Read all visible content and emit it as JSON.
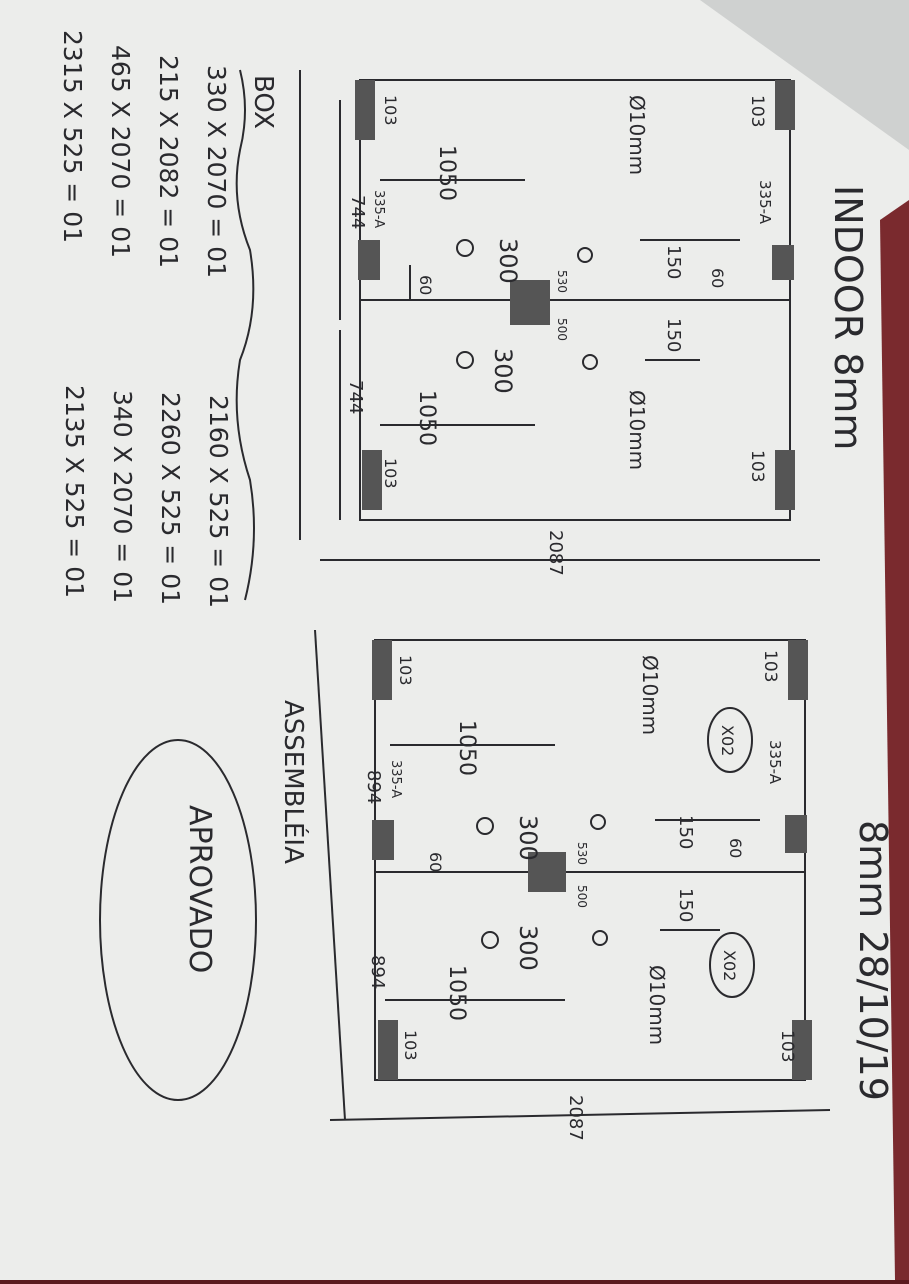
{
  "colors": {
    "paper": "#ecedeb",
    "paper_shade": "#d7d9d7",
    "ink": "#2a2a2e",
    "background": "#5a1a1e"
  },
  "header": {
    "title_indoor": "INDOOR 8mm",
    "title_date": "8mm 28/10/19"
  },
  "drawing_top": {
    "label_left_103": "103",
    "label_right_103": "103",
    "hinge_label": "335-A",
    "width_2087": "2087",
    "hole_dia_left": "Ø10mm",
    "hole_dia_right": "Ø10mm",
    "hole_150_a": "150",
    "hole_150_b": "150",
    "dim_60_top": "60",
    "dim_60_bottom": "60",
    "dim_1050_a": "1050",
    "dim_1050_b": "1050",
    "dim_300_a": "300",
    "dim_300_b": "300",
    "dim_500": "500",
    "dim_530": "530",
    "label_bottom_103_a": "103",
    "label_bottom_103_b": "103",
    "hinge_label_bottom": "335-A",
    "dim_744_a": "744",
    "dim_744_b": "744"
  },
  "drawing_bottom": {
    "label_left_103": "103",
    "label_right_103": "103",
    "hinge_label": "335-A",
    "width_2087": "2087",
    "hole_dia_left": "Ø10mm",
    "hole_dia_right": "Ø10mm",
    "x02_a": "X02",
    "x02_b": "X02",
    "hole_150_a": "150",
    "hole_150_b": "150",
    "dim_60_top": "60",
    "dim_60_bottom": "60",
    "dim_1050_a": "1050",
    "dim_1050_b": "1050",
    "dim_300_a": "300",
    "dim_300_b": "300",
    "dim_500": "500",
    "dim_530": "530",
    "label_bottom_103_a": "103",
    "label_bottom_103_b": "103",
    "hinge_label_bottom": "335-A",
    "dim_894_a": "894",
    "dim_894_b": "894"
  },
  "notes": {
    "box_label": "BOX",
    "lines": [
      "330 X 2070 = 01",
      "215 X 2082 = 01",
      "465 X 2070 = 01",
      "2315 X 525 = 01"
    ],
    "lines_right": [
      "2160 X 525 = 01",
      "2260 X 525 = 01",
      "340 X 2070 = 01",
      "2135 X 525 = 01"
    ],
    "assembly": "ASSEMBLÉIA",
    "approval": "APROVADO"
  }
}
